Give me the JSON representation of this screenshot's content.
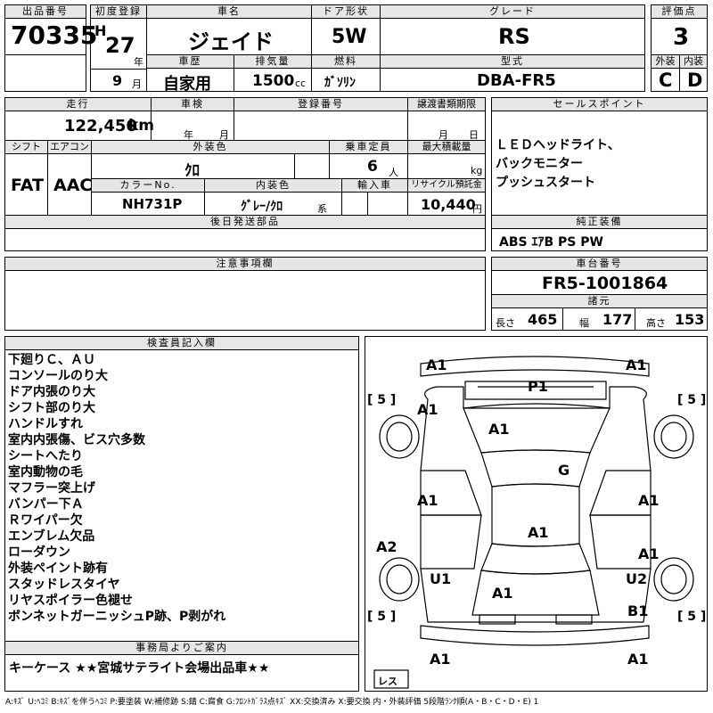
{
  "header": {
    "lot_no_label": "出品番号",
    "lot_no": "70335",
    "first_reg_label": "初度登録",
    "era": "H",
    "year": "27",
    "year_unit": "年",
    "month": "9",
    "month_unit": "月",
    "car_name_label": "車名",
    "car_name": "ジェイド",
    "door_label": "ドア形状",
    "door": "5W",
    "grade_label": "グレード",
    "grade": "RS",
    "score_label": "評価点",
    "score": "3",
    "history_label": "車歴",
    "history": "自家用",
    "displacement_label": "排気量",
    "displacement": "1500",
    "displacement_unit": "cc",
    "fuel_label": "燃料",
    "fuel": "ｶﾞｿﾘﾝ",
    "model_label": "型式",
    "model": "DBA-FR5",
    "ext_grade_label": "外装",
    "ext_grade": "C",
    "int_grade_label": "内装",
    "int_grade": "D"
  },
  "details": {
    "mileage_label": "走行",
    "mileage": "122,450",
    "mileage_unit": "km",
    "inspection_label": "車検",
    "inspection_year_unit": "年",
    "inspection_month_unit": "月",
    "reg_no_label": "登録番号",
    "transfer_label": "譲渡書類期限",
    "transfer_month_unit": "月",
    "transfer_day_unit": "日",
    "shift_label": "シフト",
    "shift": "FAT",
    "ac_label": "エアコン",
    "ac": "AAC",
    "ext_color_label": "外装色",
    "ext_color": "ｸﾛ",
    "capacity_label": "乗車定員",
    "capacity": "6",
    "capacity_unit": "人",
    "max_load_label": "最大積載量",
    "max_load_unit": "kg",
    "color_no_label": "カラーNo.",
    "color_no": "NH731P",
    "int_color_label": "内装色",
    "int_color": "ｸﾞﾚｰ/ｸﾛ",
    "int_color_suffix": "系",
    "import_label": "輸入車",
    "recycle_label": "リサイクル預託金",
    "recycle": "10,440",
    "recycle_unit": "円",
    "sales_point_label": "セールスポイント",
    "sales_points": [
      "ＬＥＤヘッドライト、",
      "バックモニター",
      "プッシュスタート"
    ],
    "later_parts_label": "後日発送部品",
    "equipment_label": "純正装備",
    "equipment": "ABS ｴｱB PS PW",
    "notes_label": "注意事項欄",
    "chassis_label": "車台番号",
    "chassis": "FR5-1001864",
    "specs_label": "諸元",
    "length_label": "長さ",
    "length": "465",
    "width_label": "幅",
    "width": "177",
    "height_label": "高さ",
    "height": "153"
  },
  "inspector": {
    "label": "検査員記入欄",
    "items": [
      "下廻りＣ、ＡＵ",
      "コンソールのり大",
      "ドア内張のり大",
      "シフト部のり大",
      "ハンドルすれ",
      "室内内張傷、ビス穴多数",
      "シートへたり",
      "室内動物の毛",
      "マフラー突上げ",
      "バンパー下Ａ",
      "Ｒワイパー欠",
      "エンブレム欠品",
      "ローダウン",
      "外装ペイント跡有",
      "スタッドレスタイヤ",
      "リヤスポイラー色褪せ",
      "ボンネットガーニッシュP跡、P剥がれ"
    ]
  },
  "office": {
    "label": "事務局よりご案内",
    "text": "キーケース ★★宮城サテライト会場出品車★★"
  },
  "diagram": {
    "marks": {
      "fl_corner": "A1",
      "fr_corner": "A1",
      "hood_p1": "P1",
      "fl_fender": "A1",
      "hood": "A1",
      "roof_g": "G",
      "fl_door": "A1",
      "fr_door": "A1",
      "roof": "A1",
      "rl_quarter": "A2",
      "rr_door": "A1",
      "rl_wheel": "U1",
      "rr_wheel": "U2",
      "trunk": "A1",
      "rr_quarter": "B1",
      "rl_corner": "A1",
      "rr_corner": "A1"
    },
    "tread_fl": "5",
    "tread_fr": "5",
    "tread_rl": "5",
    "tread_rr": "5",
    "spare": "レス"
  },
  "legend": "A:ｷｽﾞ U:ﾍｺﾐ B:ｷｽﾞを伴うﾍｺﾐ P:要塗装 W:補修跡 S:錆 C:腐食 G:ﾌﾛﾝﾄｶﾞﾗｽ点ｷｽﾞ XX:交換済み X:要交換 内・外装評価 5段階ﾗﾝｸ順(A・B・C・D・E) 1"
}
